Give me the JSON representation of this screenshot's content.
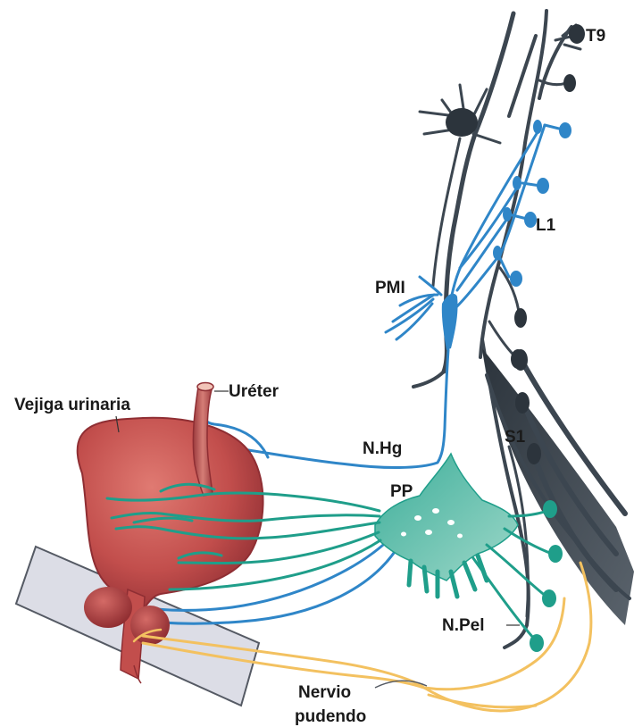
{
  "labels": {
    "t9": "T9",
    "l1": "L1",
    "s1": "S1",
    "pmi": "PMI",
    "ureter": "Uréter",
    "bladder": "Vejiga urinaria",
    "hypogastric_nerve": "N.Hg",
    "pelvic_plexus": "PP",
    "pelvic_nerve": "N.Pel",
    "pudendal_nerve_line1": "Nervio",
    "pudendal_nerve_line2": "pudendo"
  },
  "colors": {
    "spinal_cord": "#3c4650",
    "sympathetic": "#2f86c8",
    "parasympathetic": "#1f9e8a",
    "somatic": "#f3c160",
    "bladder": "#b8474a",
    "pelvic_floor": "#dcdde6"
  }
}
